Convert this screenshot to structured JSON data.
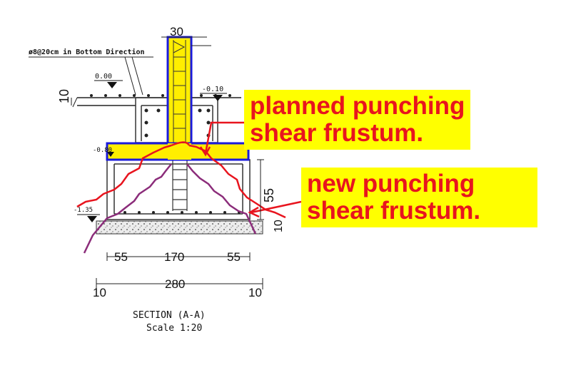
{
  "rebar_note": "ø8@20cm in Bottom Direction",
  "levels": {
    "top": "0.00",
    "slab_bottom": "-0.10",
    "footing_top": "-0.80",
    "bottom": "-1.35"
  },
  "dims": {
    "column_width": "30",
    "slab_thickness": "10",
    "pedestal_height": "55",
    "blinding": "10",
    "left_offset": "55",
    "center_width": "170",
    "right_offset": "55",
    "total_width": "280",
    "left_end": "10",
    "right_end": "10"
  },
  "title": {
    "section": "SECTION (A-A)",
    "scale": "Scale 1:20"
  },
  "callouts": {
    "planned": {
      "line1": "planned punching",
      "line2": "shear frustum."
    },
    "new": {
      "line1": "new punching",
      "line2": "shear frustum."
    }
  },
  "colors": {
    "callout_bg": "#ffff00",
    "callout_text": "#e8141e",
    "planned_frustum": "#e8141e",
    "new_frustum": "#8b2c7a",
    "column_fill": "#ffee00",
    "outline": "#1a1adc"
  }
}
